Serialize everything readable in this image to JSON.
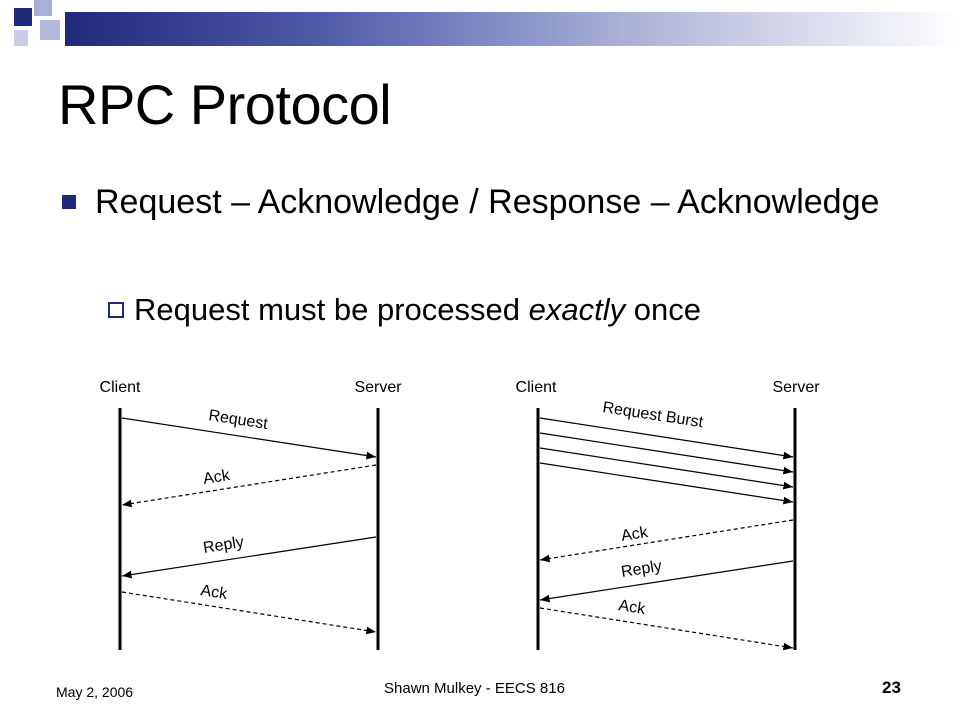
{
  "slide": {
    "title": "RPC Protocol",
    "bullet1": "Request – Acknowledge / Response – Acknowledge",
    "bullet2_pre": "Request must be processed ",
    "bullet2_em": "exactly",
    "bullet2_post": " once"
  },
  "diagram_left": {
    "client_label": "Client",
    "server_label": "Server",
    "msg_request": "Request",
    "msg_ack1": "Ack",
    "msg_reply": "Reply",
    "msg_ack2": "Ack"
  },
  "diagram_right": {
    "client_label": "Client",
    "server_label": "Server",
    "msg_burst": "Request Burst",
    "msg_ack1": "Ack",
    "msg_reply": "Reply",
    "msg_ack2": "Ack"
  },
  "footer": {
    "date": "May 2, 2006",
    "center": "Shawn Mulkey - EECS 816",
    "page": "23"
  },
  "colors": {
    "accent": "#1f2a7a",
    "accent_light": "#8c94c9"
  }
}
